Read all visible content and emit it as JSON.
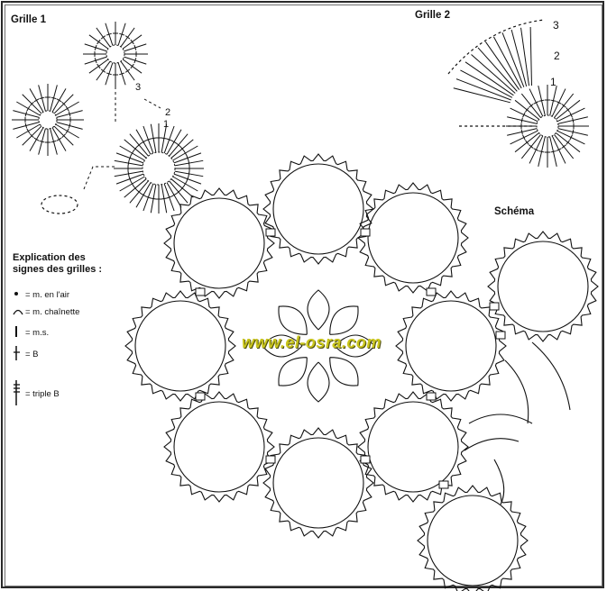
{
  "labels": {
    "grille1": "Grille 1",
    "grille2": "Grille 2",
    "schema": "Schéma"
  },
  "legend": {
    "title_line1": "Explication des",
    "title_line2": "signes des grilles  :",
    "items": [
      {
        "icon": "dot-icon",
        "text": "= m. en l'air"
      },
      {
        "icon": "arc-icon",
        "text": "= m. chaînette"
      },
      {
        "icon": "vertical-bar-icon",
        "text": "= m.s."
      },
      {
        "icon": "single-cross-bar-icon",
        "text": "= B"
      },
      {
        "icon": "triple-cross-bar-icon",
        "text": "= triple B"
      }
    ]
  },
  "grille1_marks": [
    "3",
    "2",
    "1"
  ],
  "grille2_marks": [
    "3",
    "2",
    "1"
  ],
  "watermark": "www.el-osra.com",
  "colors": {
    "ink": "#111111",
    "watermark": "#c9c51c"
  }
}
